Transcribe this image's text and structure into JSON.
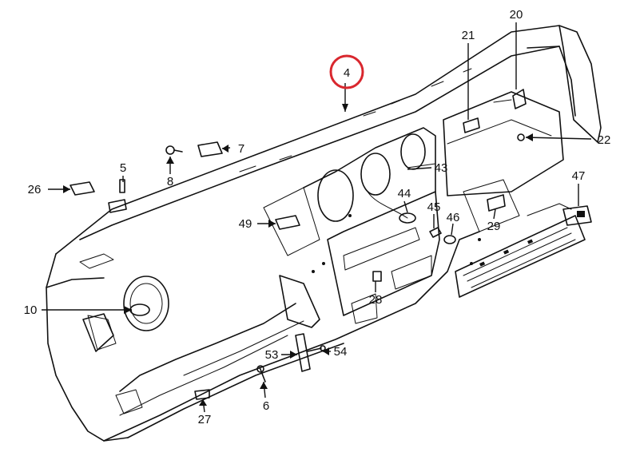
{
  "callouts": {
    "c4": "4",
    "c20": "20",
    "c21": "21",
    "c22": "22",
    "c7": "7",
    "c8": "8",
    "c5": "5",
    "c26": "26",
    "c43": "43",
    "c44": "44",
    "c45": "45",
    "c46": "46",
    "c47": "47",
    "c49": "49",
    "c29": "29",
    "c10": "10",
    "c28": "28",
    "c53": "53",
    "c54": "54",
    "c6": "6",
    "c27": "27"
  },
  "colors": {
    "line": "#111111",
    "highlight_circle": "#d9272e",
    "background": "#ffffff"
  }
}
